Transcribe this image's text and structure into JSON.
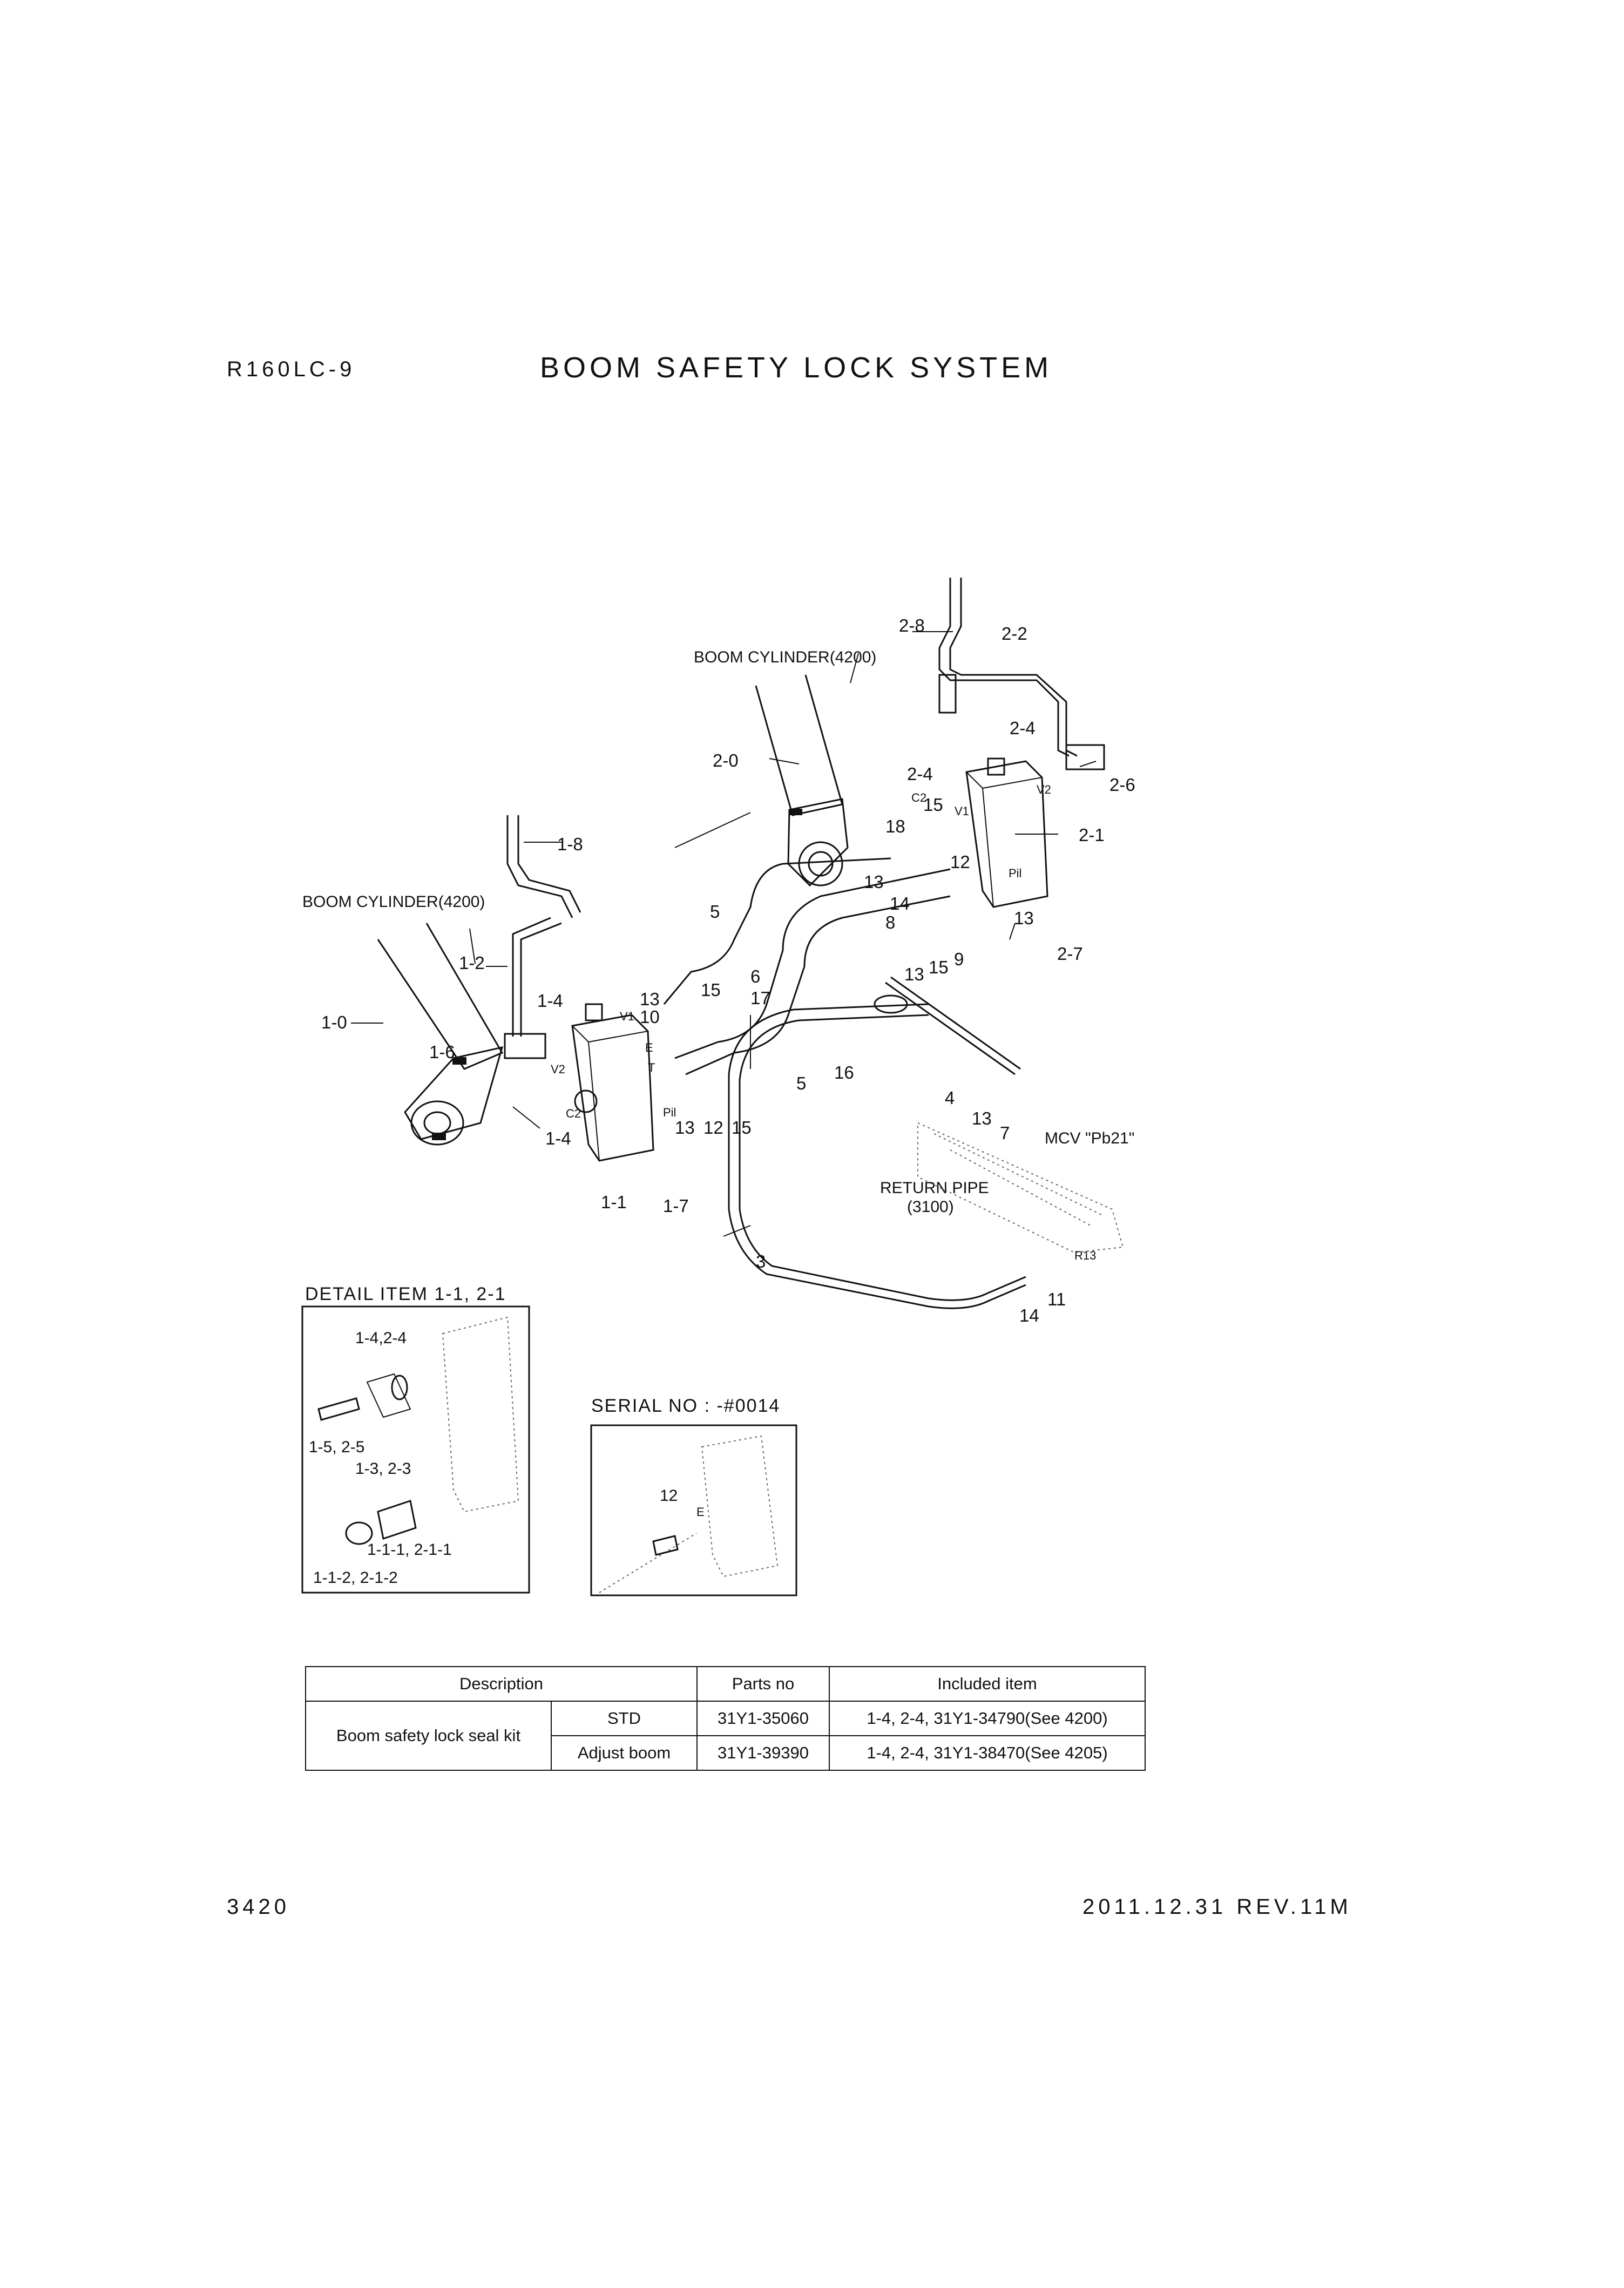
{
  "header": {
    "model": "R160LC-9",
    "title": "BOOM SAFETY LOCK SYSTEM"
  },
  "footer": {
    "page": "3420",
    "revision": "2011.12.31  REV.11M"
  },
  "diagram": {
    "callouts": {
      "boom_cyl_upper": "BOOM CYLINDER(4200)",
      "boom_cyl_left": "BOOM CYLINDER(4200)",
      "return_pipe_1": "RETURN PIPE",
      "return_pipe_2": "(3100)",
      "mcv": "MCV \"Pb21\"",
      "r13": "R13",
      "p_2_8": "2-8",
      "p_2_2": "2-2",
      "p_2_4a": "2-4",
      "p_2_6": "2-6",
      "p_2_0": "2-0",
      "p_2_4b": "2-4",
      "p_15a": "15",
      "p_18": "18",
      "p_2_1": "2-1",
      "p_12a": "12",
      "p_13a": "13",
      "p_14a": "14",
      "p_8": "8",
      "p_13b": "13",
      "p_9": "9",
      "p_15b": "15",
      "p_13c": "13",
      "p_2_7": "2-7",
      "p_1_8": "1-8",
      "p_5a": "5",
      "p_1_2": "1-2",
      "p_1_4a": "1-4",
      "p_13d": "13",
      "p_10": "10",
      "p_15c": "15",
      "p_6": "6",
      "p_17": "17",
      "p_1_0": "1-0",
      "p_1_6": "1-6",
      "p_5b": "5",
      "p_16": "16",
      "p_4": "4",
      "p_13e": "13",
      "p_7": "7",
      "p_1_4b": "1-4",
      "p_13f": "13",
      "p_12b": "12",
      "p_15d": "15",
      "p_1_1": "1-1",
      "p_1_7": "1-7",
      "p_3": "3",
      "p_11": "11",
      "p_14b": "14",
      "port_v1a": "V1",
      "port_v2a": "V2",
      "port_c2a": "C2",
      "port_pila": "Pil",
      "port_v1b": "V1",
      "port_v2b": "V2",
      "port_e": "E",
      "port_t": "T",
      "port_c2b": "C2",
      "port_pilb": "Pil"
    },
    "detail": {
      "title": "DETAIL ITEM 1-1, 2-1",
      "lbl_a": "1-4,2-4",
      "lbl_b": "1-5, 2-5",
      "lbl_c": "1-3, 2-3",
      "lbl_d": "1-1-1, 2-1-1",
      "lbl_e": "1-1-2, 2-1-2"
    },
    "serial": {
      "title": "SERIAL NO : -#0014",
      "lbl_12": "12",
      "lbl_e": "E"
    }
  },
  "table": {
    "headers": {
      "description": "Description",
      "parts_no": "Parts no",
      "included": "Included item"
    },
    "group_label": "Boom safety lock seal kit",
    "rows": [
      {
        "variant": "STD",
        "parts_no": "31Y1-35060",
        "included": "1-4, 2-4, 31Y1-34790(See 4200)"
      },
      {
        "variant": "Adjust boom",
        "parts_no": "31Y1-39390",
        "included": "1-4, 2-4, 31Y1-38470(See 4205)"
      }
    ]
  }
}
